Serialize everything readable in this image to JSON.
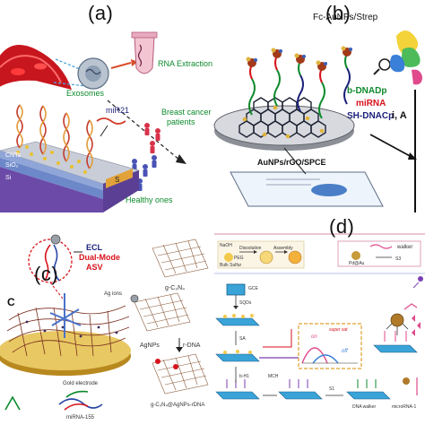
{
  "panels": {
    "a": {
      "letter": "(a)",
      "exosomes": "Exosomes",
      "rna_extraction": "RNA Extraction",
      "mir21": "miR21",
      "breast_cancer": [
        "Breast cancer",
        "patients"
      ],
      "healthy": "Healthy ones",
      "cnts": "CNTs",
      "sio2": "SiO₂",
      "si": "Si",
      "s": "S"
    },
    "b": {
      "letter": "(b)",
      "fc_aunps": "Fc-AuNPs/Strep",
      "b_dnadp": "b-DNADp",
      "mirna": "miRNA",
      "sh_dnacp": "SH-DNACp",
      "axis_label": "i, A",
      "substrate": "AuNPs/rGO/SPCE"
    },
    "c": {
      "letter": "(c)",
      "big_c": "C",
      "ecl": "ECL",
      "dual_mode": "Dual-Mode",
      "asv": "ASV",
      "ag_ions": "Ag ions",
      "g_c3n4": "g-C₃N₄",
      "agnps": "AgNPs",
      "r_dna": "r-DNA",
      "gold_electrode": "Gold electrode",
      "mirna155": "miRNA-155",
      "composite": "g-C₃N₄@AgNPs-rDNA"
    },
    "d": {
      "letter": "(d)",
      "naoh": "NaOH",
      "peg": "PEG",
      "bulk_sulfur": "Bulk Sulfur",
      "dissolution": "Dissolution",
      "assembly": "Assembly",
      "walker": "walker",
      "pd_au": "Pd@Au",
      "s3": "S3",
      "gce": "GCE",
      "sqds": "SQDs",
      "sa": "SA",
      "h1": "b-H1",
      "mch": "MCH",
      "s1": "S1",
      "on": "on",
      "off": "off",
      "super_sat": "super sat",
      "dna_walker": "DNA walker",
      "microrna": "microRNA-1"
    }
  },
  "colors": {
    "red_text": "#d8121b",
    "green_text": "#0d8a2c",
    "navy_text": "#1a1f7a",
    "substrate_purple": "#6b4aa8",
    "sio2_blue": "#6d88c9",
    "gold": "#e0b43c",
    "graphene": "#1c2233"
  }
}
